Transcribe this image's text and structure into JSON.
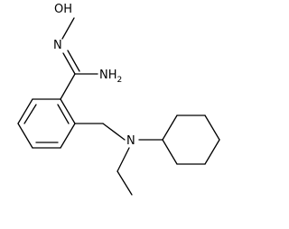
{
  "molecule": {
    "atoms": {
      "hydroxyl": "OH",
      "oxime_nitrogen": "N",
      "amine": "NH",
      "amine_subscript": "2",
      "tertiary_nitrogen": "N"
    }
  }
}
